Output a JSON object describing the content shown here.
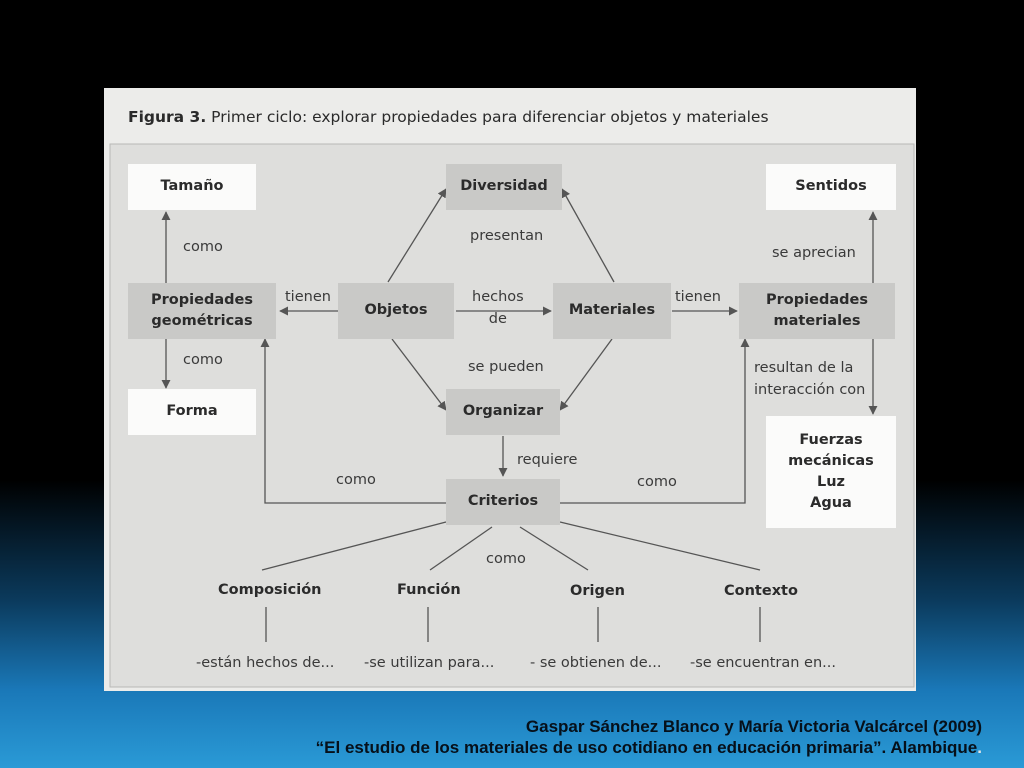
{
  "figure": {
    "title_bold": "Figura 3.",
    "title_rest": " Primer ciclo: explorar propiedades para diferenciar objetos y materiales"
  },
  "nodes": {
    "tamano": "Tamaño",
    "diversidad": "Diversidad",
    "sentidos": "Sentidos",
    "prop_geom": "Propiedades\ngeométricas",
    "objetos": "Objetos",
    "materiales": "Materiales",
    "prop_mat": "Propiedades\nmateriales",
    "forma": "Forma",
    "organizar": "Organizar",
    "fuerzas": "Fuerzas\nmecánicas\nLuz\nAgua",
    "criterios": "Criterios",
    "composicion": "Composición",
    "funcion": "Función",
    "origen": "Origen",
    "contexto": "Contexto"
  },
  "labels": {
    "como_up": "como",
    "presentan": "presentan",
    "se_aprecian": "se aprecian",
    "tienen_left": "tienen",
    "hechos_de": "hechos\nde",
    "tienen_right": "tienen",
    "como_down": "como",
    "se_pueden": "se pueden",
    "resultan": "resultan de la\ninteracción con",
    "requiere": "requiere",
    "como_left": "como",
    "como_right": "como",
    "como_center": "como",
    "estan_hechos": "-están hechos de...",
    "se_utilizan": "-se utilizan para...",
    "se_obtienen": "- se obtienen de...",
    "se_encuentran": "-se encuentran en..."
  },
  "credit": {
    "line1": "Gaspar Sánchez Blanco y María Victoria Valcárcel (2009)",
    "line2": "“El estudio de los materiales de uso cotidiano en educación primaria”. Alambique",
    "dot": "."
  },
  "colors": {
    "background_top": "#000000",
    "background_bottom": "#2a9ad6",
    "figure_bg": "#ececea",
    "box_grey": "#c9c9c7",
    "box_white": "#fbfbfa",
    "line": "#555555"
  }
}
